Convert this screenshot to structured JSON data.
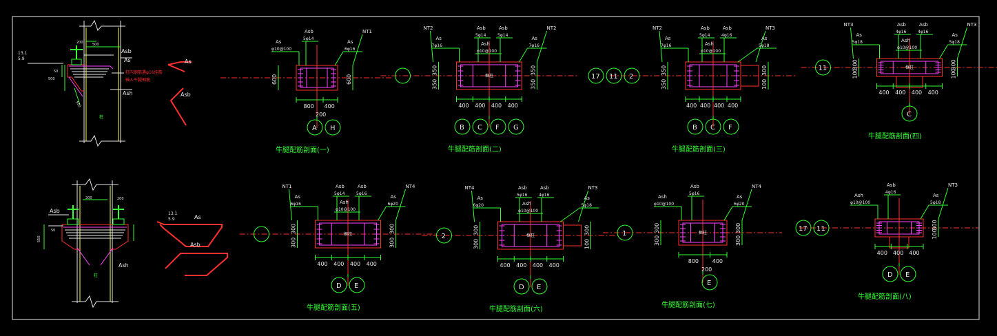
{
  "colors": {
    "background": "#000000",
    "frame": "#e8e8e8",
    "dimension": "#33ff33",
    "concrete": "#ff3030",
    "rebar": "#ff44ff",
    "center_line": "#ff3030",
    "text": "#e8e8e8",
    "title": "#33ff33"
  },
  "detail1": {
    "elev_top": "13.1",
    "elev_bot": "5.9",
    "asb": "Asb",
    "as": "As",
    "ash": "Ash",
    "note1": "柱内钢筋遇φ16挂筋",
    "note2": "锚入牛腿钢筋",
    "dim200": "200",
    "dim500": "500",
    "dim50": "50",
    "dim_slope": "500",
    "col": "柱",
    "right_as": "As",
    "right_asb": "Asb"
  },
  "detail2": {
    "asb": "Asb",
    "ash": "Ash",
    "dim200a": "200",
    "dim200b": "200",
    "dim50": "50",
    "dim_h": "550",
    "col": "柱",
    "elev_top": "13.1",
    "elev_bot": "5.9",
    "right_as": "As",
    "right_asb": "Asb"
  },
  "sections": [
    {
      "title": "牛腿配筋剖面(一)",
      "nt_left": "",
      "nt_right": "NT1",
      "as_left": "As",
      "as_left_val": "φ10@100",
      "asb1": "Asb",
      "asb1_val": "5φ14",
      "asb2": "",
      "asb2_val": "",
      "as_right": "As",
      "as_right_val": "6φ16",
      "ash": "",
      "ash_val": "",
      "side_left": [
        "600"
      ],
      "side_right": [
        "600"
      ],
      "bottom_dims": [
        "800",
        "400"
      ],
      "extra_dim": "200",
      "axes_left": [],
      "axes_bottom": [
        "A",
        "H"
      ],
      "col_label": ""
    },
    {
      "title": "牛腿配筋剖面(二)",
      "nt_left": "NT2",
      "nt_right": "NT2",
      "as_left": "As",
      "as_left_val": "7φ16",
      "asb1": "Asb",
      "asb1_val": "5φ14",
      "asb2": "Asb",
      "asb2_val": "5φ14",
      "as_right": "As",
      "as_right_val": "7φ16",
      "ash": "Ash",
      "ash_val": "φ10@100",
      "side_left": [
        "350",
        "350"
      ],
      "side_right": [
        "350",
        "350"
      ],
      "bottom_dims": [
        "400",
        "400",
        "400",
        "400"
      ],
      "extra_dim": "",
      "axes_left": [
        ""
      ],
      "axes_bottom": [
        "B",
        "C",
        "F",
        "G"
      ],
      "col_label": "框柱"
    },
    {
      "title": "牛腿配筋剖面(三)",
      "nt_left": "NT2",
      "nt_right": "NT3",
      "as_left": "As",
      "as_left_val": "7φ16",
      "asb1": "Asb",
      "asb1_val": "5φ14",
      "asb2": "Asb",
      "asb2_val": "4φ16",
      "as_right": "As",
      "as_right_val": "5φ18",
      "ash": "Ash",
      "ash_val": "φ10@100",
      "side_left": [
        "350",
        "350"
      ],
      "side_right": [
        "300",
        "100"
      ],
      "bottom_dims": [
        "400",
        "400",
        "400",
        "400"
      ],
      "extra_dim": "",
      "axes_left": [
        "17",
        "11",
        "2"
      ],
      "axes_bottom": [
        "B",
        "C",
        "F"
      ],
      "col_label": ""
    },
    {
      "title": "牛腿配筋剖面(四)",
      "nt_left": "NT3",
      "nt_right": "NT3",
      "as_left": "As",
      "as_left_val": "5φ18",
      "asb1": "Asb",
      "asb1_val": "4φ16",
      "asb2": "Asb",
      "asb2_val": "4φ16",
      "as_right": "As",
      "as_right_val": "5φ18",
      "ash": "Ash",
      "ash_val": "φ10@100",
      "side_left": [
        "300",
        "100"
      ],
      "side_right": [
        "300",
        "100"
      ],
      "bottom_dims": [
        "400",
        "400",
        "400",
        "400"
      ],
      "extra_dim": "",
      "axes_left": [
        "11"
      ],
      "axes_bottom": [
        "C"
      ],
      "col_label": "框柱"
    },
    {
      "title": "牛腿配筋剖面(五)",
      "nt_left": "NT1",
      "nt_right": "NT4",
      "as_left": "As",
      "as_left_val": "6φ16",
      "asb1": "Asb",
      "asb1_val": "5φ14",
      "asb2": "Asb",
      "asb2_val": "5φ16",
      "as_right": "As",
      "as_right_val": "6φ20",
      "ash": "Ash",
      "ash_val": "φ10@100",
      "side_left": [
        "300",
        "300"
      ],
      "side_right": [
        "300",
        "300"
      ],
      "bottom_dims": [
        "400",
        "400",
        "400",
        "400"
      ],
      "extra_dim": "",
      "axes_left": [
        ""
      ],
      "axes_bottom": [
        "D",
        "E"
      ],
      "col_label": "框柱"
    },
    {
      "title": "牛腿配筋剖面(六)",
      "nt_left": "NT4",
      "nt_right": "NT3",
      "as_left": "As",
      "as_left_val": "6φ20",
      "asb1": "Asb",
      "asb1_val": "5φ16",
      "asb2": "Asb",
      "asb2_val": "4φ16",
      "as_right": "As",
      "as_right_val": "5φ18",
      "ash": "Ash",
      "ash_val": "φ10@100",
      "side_left": [
        "300",
        "300"
      ],
      "side_right": [
        "300",
        "100"
      ],
      "bottom_dims": [
        "400",
        "400",
        "400",
        "400"
      ],
      "extra_dim": "",
      "axes_left": [
        "2"
      ],
      "axes_bottom": [
        "D",
        "E"
      ],
      "col_label": "框柱"
    },
    {
      "title": "牛腿配筋剖面(七)",
      "nt_left": "",
      "nt_right": "NT4",
      "as_left": "Ash",
      "as_left_val": "φ10@100",
      "asb1": "Asb",
      "asb1_val": "5φ16",
      "asb2": "",
      "asb2_val": "",
      "as_right": "As",
      "as_right_val": "6φ20",
      "ash": "",
      "ash_val": "",
      "side_left": [
        "300",
        "300"
      ],
      "side_right": [
        "300",
        "300"
      ],
      "bottom_dims": [
        "800",
        "400"
      ],
      "extra_dim": "200",
      "axes_left": [
        "1"
      ],
      "axes_bottom": [
        "E"
      ],
      "col_label": "框柱"
    },
    {
      "title": "牛腿配筋剖面(八)",
      "nt_left": "",
      "nt_right": "NT3",
      "as_left": "Ash",
      "as_left_val": "φ10@100",
      "asb1": "Asb",
      "asb1_val": "4φ16",
      "asb2": "",
      "asb2_val": "",
      "as_right": "As",
      "as_right_val": "5φ18",
      "ash": "",
      "ash_val": "",
      "side_left": [],
      "side_right": [
        "300",
        "100"
      ],
      "bottom_dims": [
        "400",
        "400",
        "400"
      ],
      "extra_dim": "",
      "axes_left": [
        "17",
        "11"
      ],
      "axes_bottom": [
        "D",
        "E"
      ],
      "col_label": ""
    }
  ]
}
